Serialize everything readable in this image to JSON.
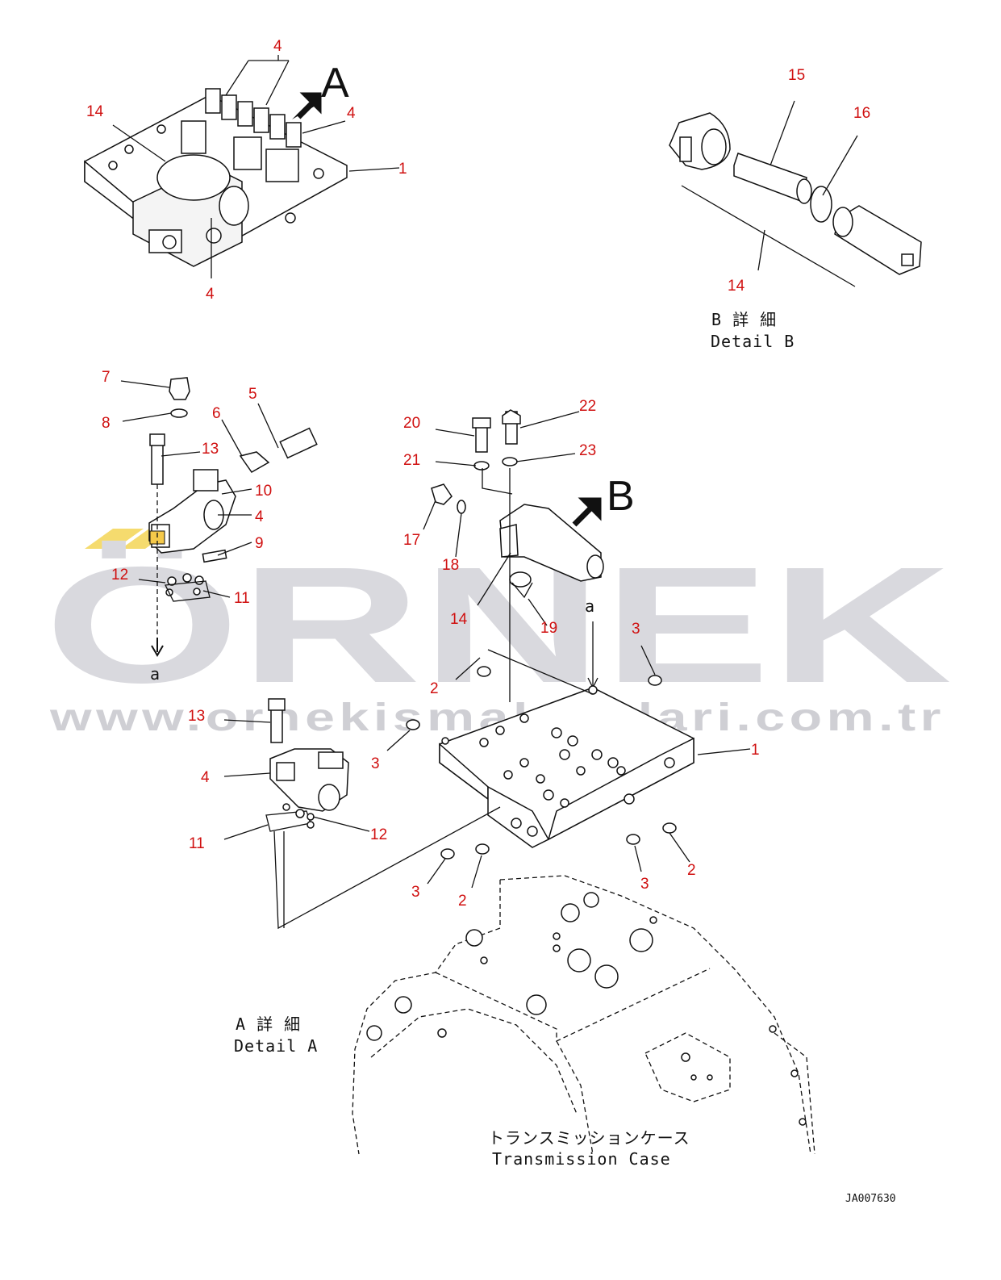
{
  "watermark": {
    "brand": "ÖRNEK",
    "url": "www.ornekismakinalari.com.tr"
  },
  "labels": {
    "detail_a_big": "A",
    "detail_b_big": "B",
    "detail_b_jp": "B 詳 細",
    "detail_b_en": "Detail B",
    "detail_a_jp": "A 詳 細",
    "detail_a_en": "Detail A",
    "case_jp": "トランスミッションケース",
    "case_en": "Transmission Case",
    "ref_a_1": "a",
    "ref_a_2": "a",
    "drawing_code": "JA007630"
  },
  "callouts": {
    "c4a": "4",
    "c14a": "14",
    "c4b": "4",
    "c1a": "1",
    "c4c": "4",
    "c15": "15",
    "c16": "16",
    "c14b": "14",
    "c7": "7",
    "c8": "8",
    "c6": "6",
    "c5": "5",
    "c13a": "13",
    "c10": "10",
    "c4d": "4",
    "c9": "9",
    "c12a": "12",
    "c11a": "11",
    "c20": "20",
    "c22": "22",
    "c21": "21",
    "c23": "23",
    "c17": "17",
    "c18": "18",
    "c14c": "14",
    "c19": "19",
    "c3a": "3",
    "c2a": "2",
    "c3b": "3",
    "c1b": "1",
    "c13b": "13",
    "c4e": "4",
    "c12b": "12",
    "c11b": "11",
    "c2b": "2",
    "c3c": "3",
    "c3d": "3",
    "c2c": "2"
  },
  "colors": {
    "callout": "#d01010",
    "watermark": "#d9d9de",
    "accent": "#f2c200"
  }
}
